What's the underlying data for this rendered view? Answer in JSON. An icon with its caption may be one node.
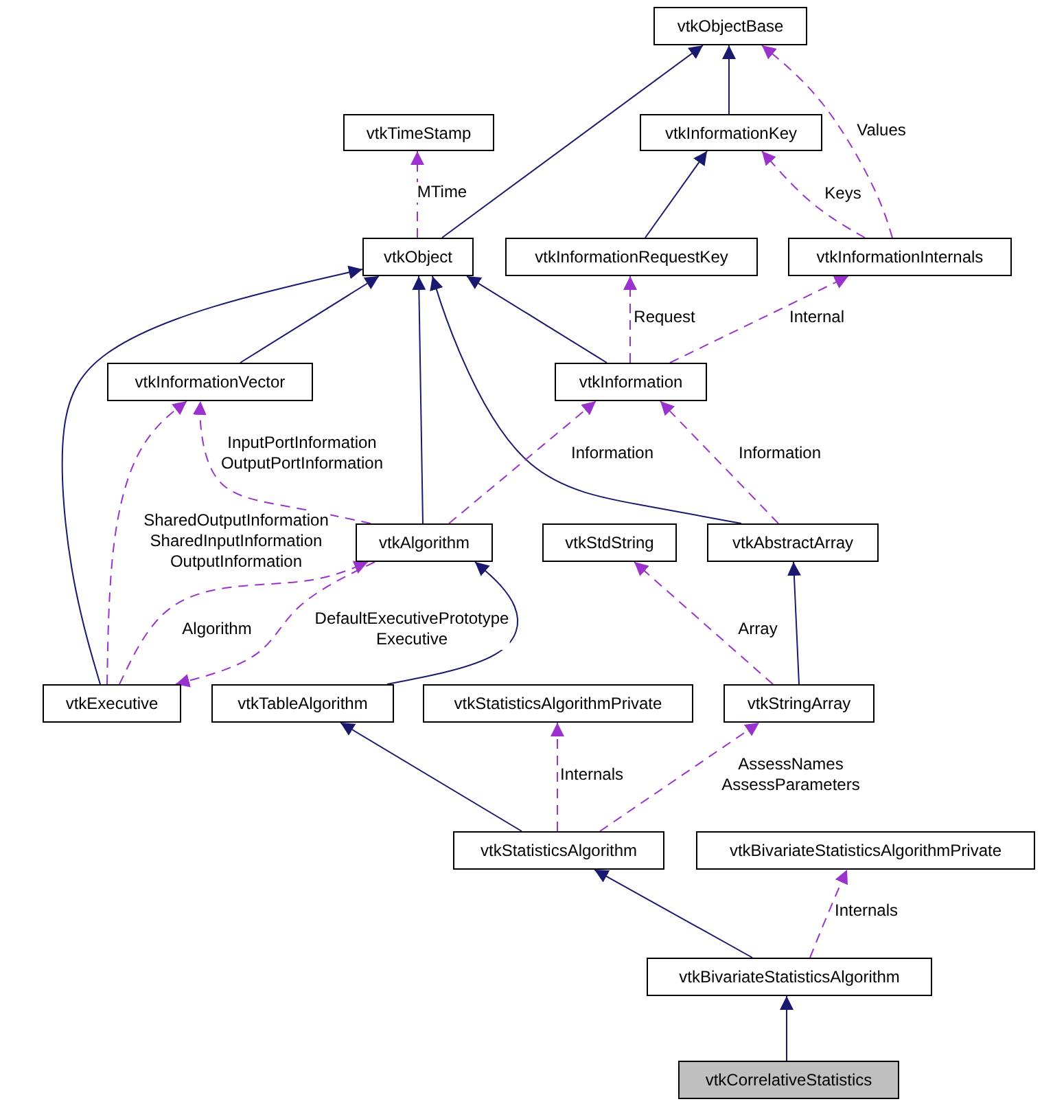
{
  "diagram": {
    "nodes": [
      {
        "text": [
          "vtkObjectBase"
        ]
      },
      {
        "text": [
          "vtkTimeStamp"
        ]
      },
      {
        "text": [
          "vtkInformationKey"
        ]
      },
      {
        "text": [
          "vtkObject"
        ]
      },
      {
        "text": [
          "vtkInformationRequestKey"
        ]
      },
      {
        "text": [
          "vtkInformationInternals"
        ]
      },
      {
        "text": [
          "vtkInformationVector"
        ]
      },
      {
        "text": [
          "vtkInformation"
        ]
      },
      {
        "text": [
          "vtkAlgorithm"
        ]
      },
      {
        "text": [
          "vtkStdString"
        ]
      },
      {
        "text": [
          "vtkAbstractArray"
        ]
      },
      {
        "text": [
          "vtkExecutive"
        ]
      },
      {
        "text": [
          "vtkTableAlgorithm"
        ]
      },
      {
        "text": [
          "vtkStatisticsAlgorithmPrivate"
        ]
      },
      {
        "text": [
          "vtkStringArray"
        ]
      },
      {
        "text": [
          "vtkStatisticsAlgorithm"
        ]
      },
      {
        "text": [
          "vtkBivariateStatisticsAlgorithmPrivate"
        ]
      },
      {
        "text": [
          "vtkBivariateStatisticsAlgorithm"
        ]
      },
      {
        "text": [
          "vtkCorrelativeStatistics"
        ]
      }
    ],
    "edges": [
      {
        "from": 3,
        "to": 0,
        "arrow": "to",
        "color": "#191970"
      },
      {
        "from": 2,
        "to": 0,
        "arrow": "to",
        "color": "#191970"
      },
      {
        "from": 4,
        "to": 2,
        "arrow": "to",
        "color": "#191970"
      },
      {
        "from": 6,
        "to": 3,
        "arrow": "to",
        "color": "#191970"
      },
      {
        "from": 8,
        "to": 3,
        "arrow": "to",
        "color": "#191970"
      },
      {
        "from": 7,
        "to": 3,
        "arrow": "to",
        "color": "#191970"
      },
      {
        "from": 11,
        "to": 3,
        "arrow": "to",
        "color": "#191970"
      },
      {
        "from": 10,
        "to": 3,
        "arrow": "to",
        "color": "#191970"
      },
      {
        "from": 12,
        "to": 8,
        "arrow": "to",
        "color": "#191970"
      },
      {
        "from": 14,
        "to": 10,
        "arrow": "to",
        "color": "#191970"
      },
      {
        "from": 15,
        "to": 12,
        "arrow": "to",
        "color": "#191970"
      },
      {
        "from": 17,
        "to": 15,
        "arrow": "to",
        "color": "#191970"
      },
      {
        "from": 18,
        "to": 17,
        "arrow": "to",
        "color": "#191970"
      },
      {
        "from": 3,
        "to": 1,
        "arrow": "to",
        "label": "MTime",
        "style": "dashed"
      },
      {
        "from": 5,
        "to": 2,
        "arrow": "to",
        "label": "Keys",
        "style": "dashed"
      },
      {
        "from": 5,
        "to": 0,
        "arrow": "to",
        "label": "Values",
        "style": "dashed"
      },
      {
        "from": 7,
        "to": 4,
        "arrow": "to",
        "label": "Request",
        "style": "dashed"
      },
      {
        "from": 7,
        "to": 5,
        "arrow": "to",
        "label": "Internal",
        "style": "dashed"
      },
      {
        "from": 8,
        "to": 6,
        "arrow": "to",
        "label": "InputPortInformation OutputPortInformation",
        "style": "dashed"
      },
      {
        "from": 11,
        "to": 6,
        "arrow": "to",
        "label": "SharedOutputInformation SharedInputInformation OutputInformation",
        "style": "dashed"
      },
      {
        "from": 8,
        "to": 7,
        "arrow": "to",
        "label": "Information",
        "style": "dashed"
      },
      {
        "from": 10,
        "to": 7,
        "arrow": "to",
        "label": "Information",
        "style": "dashed"
      },
      {
        "from": 11,
        "to": 8,
        "arrow": "to",
        "label": "Algorithm",
        "style": "dashed"
      },
      {
        "from": 8,
        "to": 11,
        "arrow": "to",
        "label": "DefaultExecutivePrototype Executive",
        "style": "dashed"
      },
      {
        "from": 14,
        "to": 9,
        "arrow": "to",
        "label": "Array",
        "style": "dashed"
      },
      {
        "from": 15,
        "to": 13,
        "arrow": "to",
        "label": "Internals",
        "style": "dashed"
      },
      {
        "from": 15,
        "to": 14,
        "arrow": "to",
        "label": "AssessNames AssessParameters",
        "style": "dashed"
      },
      {
        "from": 17,
        "to": 16,
        "arrow": "to",
        "label": "Internals",
        "style": "dashed"
      }
    ]
  }
}
